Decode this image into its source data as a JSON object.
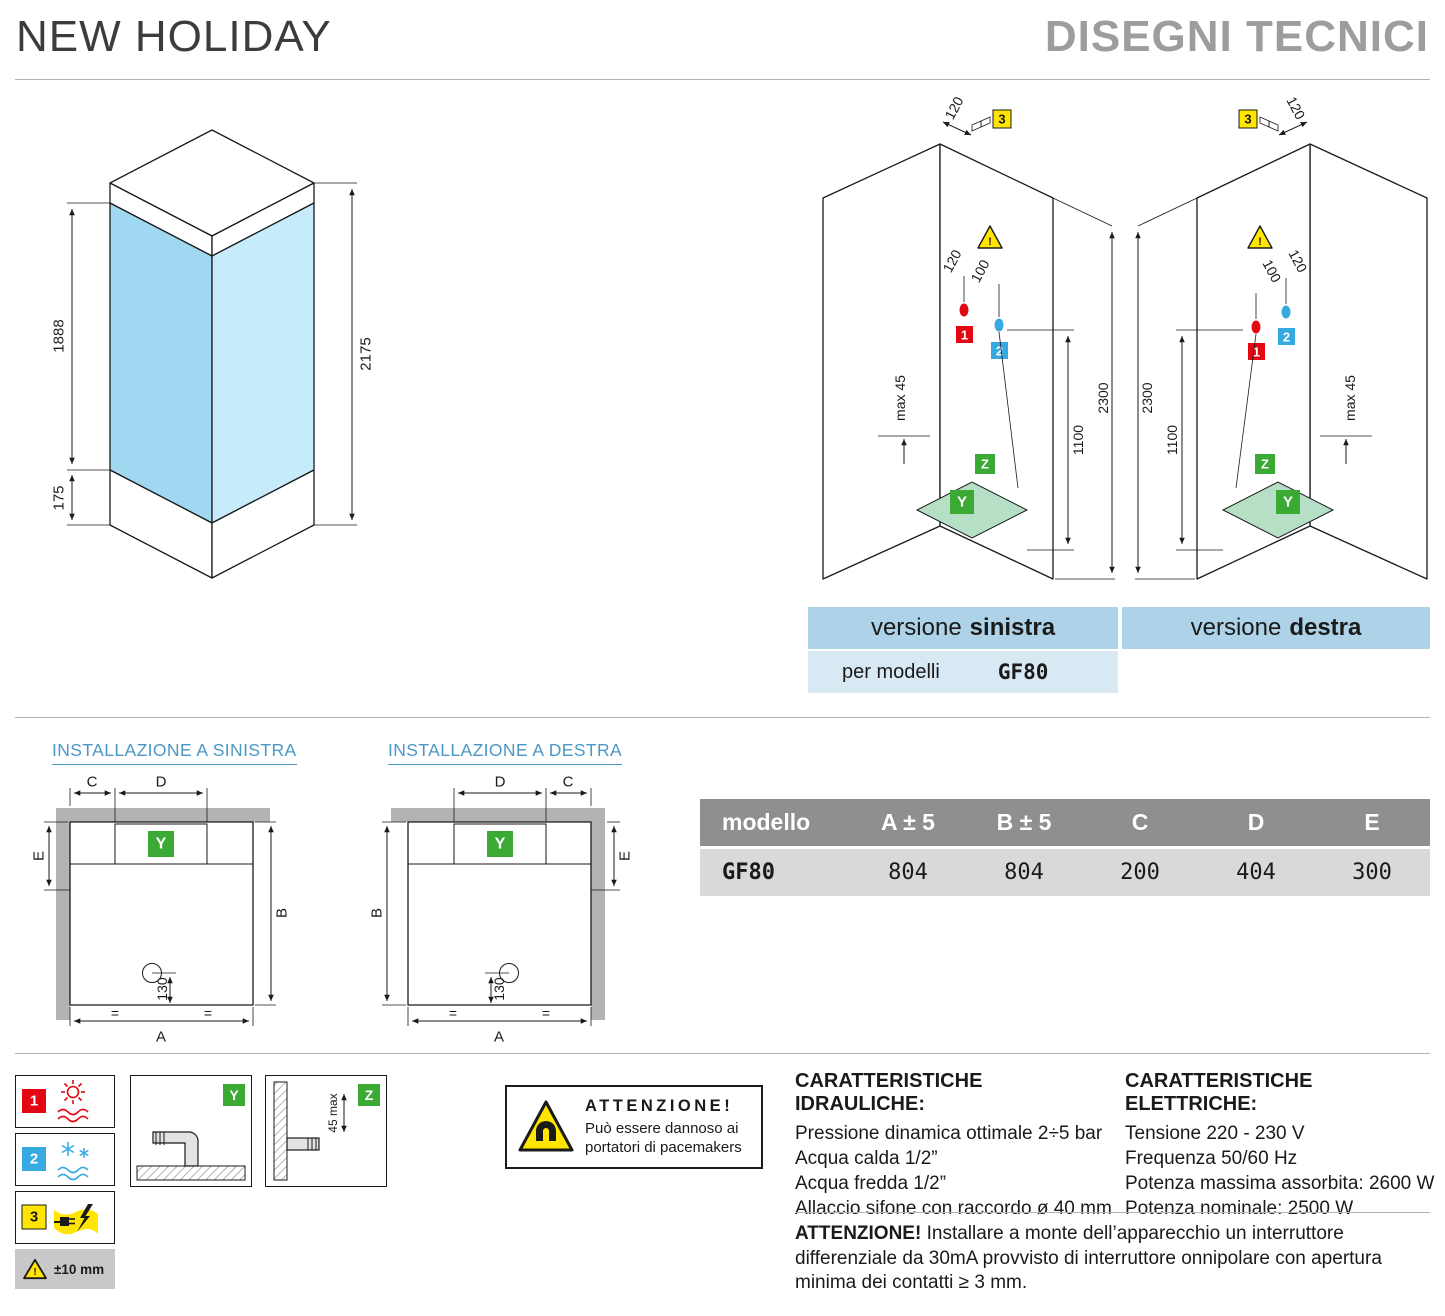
{
  "header": {
    "title": "NEW HOLIDAY",
    "subtitle": "DISEGNI TECNICI"
  },
  "colors": {
    "hot": "#e30613",
    "cold": "#36a9e1",
    "power": "#ffe500",
    "green": "#3aaa35",
    "banner_blue": "#aed3e8",
    "table_gray": "#8f8f8f",
    "tray_green": "#b5e0c6"
  },
  "cabin": {
    "glass_height": "1888",
    "tray_height": "175",
    "total_height": "2175"
  },
  "tech": {
    "left": {
      "top_offset": "120",
      "power_badge": "3",
      "warn": "!",
      "dim_first": "120",
      "dim_second": "100",
      "hot_badge": "1",
      "cold_badge": "2",
      "wall_max": "max 45",
      "total_height": "2300",
      "tap_height": "1100",
      "z_badge": "Z",
      "y_badge": "Y"
    },
    "right": {
      "top_offset": "120",
      "power_badge": "3",
      "warn": "!",
      "dim_first": "100",
      "dim_second": "120",
      "hot_badge": "1",
      "cold_badge": "2",
      "wall_max": "max 45",
      "total_height": "2300",
      "tap_height": "1100",
      "z_badge": "Z",
      "y_badge": "Y"
    }
  },
  "versions": {
    "left_prefix": "versione",
    "left_name": "sinistra",
    "right_prefix": "versione",
    "right_name": "destra",
    "models_label": "per modelli",
    "model": "GF80"
  },
  "install": {
    "left_title": "INSTALLAZIONE A SINISTRA",
    "right_title": "INSTALLAZIONE A DESTRA"
  },
  "plan": {
    "a": "A",
    "b": "B",
    "c": "C",
    "d": "D",
    "e": "E",
    "drain": "130",
    "y": "Y",
    "eq": "="
  },
  "table": {
    "headers": [
      "modello",
      "A ± 5",
      "B ± 5",
      "C",
      "D",
      "E"
    ],
    "row": [
      "GF80",
      "804",
      "804",
      "200",
      "404",
      "300"
    ]
  },
  "legend": {
    "hot": "1",
    "cold": "2",
    "power": "3",
    "warn": "!",
    "tolerance": "±10 mm",
    "y_badge": "Y",
    "z_badge": "Z",
    "wall_dim": "45 max"
  },
  "magnet_warning": {
    "title": "ATTENZIONE!",
    "line1": "Può essere dannoso ai",
    "line2": "portatori di pacemakers"
  },
  "hydraulics": {
    "title": "CARATTERISTICHE IDRAULICHE:",
    "lines": [
      "Pressione dinamica ottimale 2÷5 bar",
      "Acqua calda 1/2”",
      "Acqua fredda 1/2”",
      "Allaccio sifone con raccordo ø 40 mm"
    ]
  },
  "electrics": {
    "title": "CARATTERISTICHE ELETTRICHE:",
    "lines": [
      "Tensione 220 - 230 V",
      "Frequenza 50/60 Hz",
      "Potenza massima assorbita: 2600 W",
      "Potenza nominale: 2500 W"
    ]
  },
  "note": {
    "title": "ATTENZIONE!",
    "text": "Installare a monte dell’apparecchio un interruttore differenziale da 30mA provvisto di interruttore onnipolare con apertura minima dei contatti ≥ 3 mm."
  }
}
